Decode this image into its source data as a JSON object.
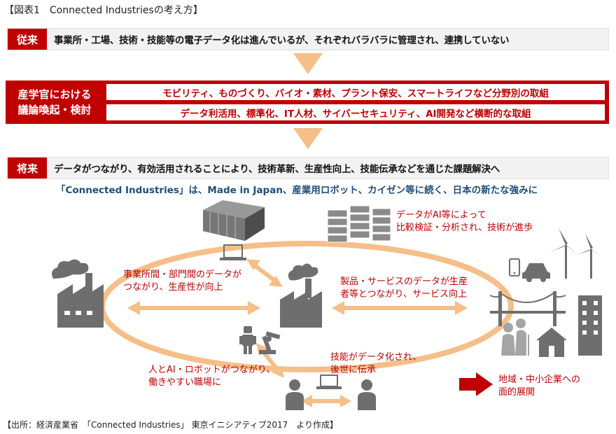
{
  "figure": {
    "title": "【図表1　Connected Industriesの考え方】"
  },
  "rows": {
    "before": {
      "tag": "従来",
      "text": "事業所・工場、技術・技能等の電子データ化は進んでいるが、それぞれバラバラに管理され、連携していない"
    },
    "discussion": {
      "label_line1": "産学官における",
      "label_line2": "議論喚起・検討",
      "item1": "モビリティ、ものづくり、バイオ・素材、プラント保安、スマートライフなど分野別の取組",
      "item2": "データ利活用、標準化、IT人材、サイバーセキュリティ、AI開発など横断的な取組"
    },
    "future": {
      "tag": "将来",
      "text": "データがつながり、有効活用されることにより、技術革新、生産性向上、技能伝承などを通じた課題解決へ"
    }
  },
  "tagline": "「Connected Industries」は、Made in Japan、産業用ロボット、カイゼン等に続く、日本の新たな強みに",
  "annotations": {
    "ai_data": {
      "line1": "データがAI等によって",
      "line2": "比較検証・分析され、技術が進歩"
    },
    "departments": {
      "line1": "事業所間・部門間のデータが",
      "line2": "つながり、生産性が向上"
    },
    "products": {
      "line1": "製品・サービスのデータが生産",
      "line2": "者等とつながり、サービス向上"
    },
    "human_ai": {
      "line1": "人とAI・ロボットがつながり、",
      "line2": "働きやすい職場に"
    },
    "skills": {
      "line1": "技能がデータ化され、",
      "line2": "後世に伝承"
    },
    "regional": {
      "line1": "地域・中小企業への",
      "line2": "面的展開"
    }
  },
  "colors": {
    "accent_red": "#c00000",
    "orange_flow": "#f6be88",
    "navy_text": "#1f4e79",
    "icon_gray": "#6e6e6e"
  },
  "icons": [
    "factory-icon",
    "office-building-icon",
    "server-rack-icon",
    "laptop-icon",
    "robot-icon",
    "robot-arm-icon",
    "person-icon",
    "smartphone-icon",
    "car-icon",
    "wind-turbine-icon",
    "bridge-icon",
    "elderly-people-icon",
    "house-icon",
    "apartment-building-icon"
  ],
  "footer": "【出所：経済産業省　「Connected Industries」 東京イニシアティブ2017　より作成】"
}
